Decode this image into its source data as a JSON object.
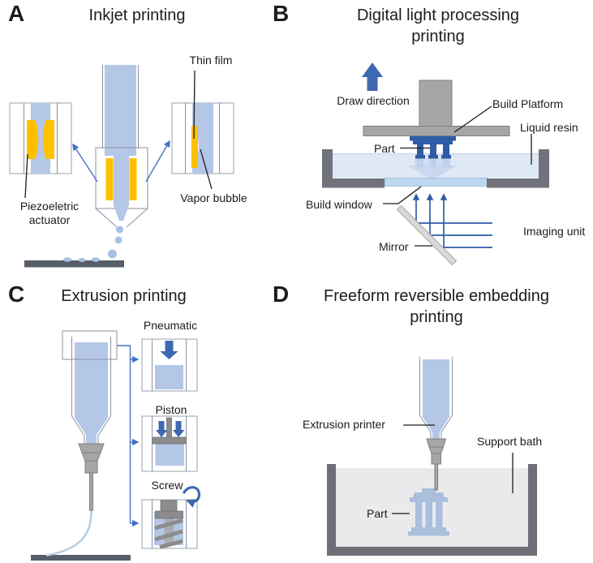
{
  "figure": {
    "type": "scientific-diagram",
    "panels": {
      "a": {
        "letter": "A",
        "title": "Inkjet printing",
        "labels": {
          "thin_film": "Thin film",
          "piezoelectric_actuator": "Piezoeletric actuator",
          "vapor_bubble": "Vapor bubble"
        }
      },
      "b": {
        "letter": "B",
        "title": "Digital light processing printing",
        "labels": {
          "draw_direction": "Draw direction",
          "build_platform": "Build Platform",
          "liquid_resin": "Liquid resin",
          "part": "Part",
          "build_window": "Build window",
          "mirror": "Mirror",
          "imaging_unit": "Imaging unit"
        }
      },
      "c": {
        "letter": "C",
        "title": "Extrusion printing",
        "labels": {
          "pneumatic": "Pneumatic",
          "piston": "Piston",
          "screw": "Screw"
        }
      },
      "d": {
        "letter": "D",
        "title": "Freeform reversible embedding printing",
        "labels": {
          "extrusion_printer": "Extrusion printer",
          "support_bath": "Support bath",
          "part": "Part"
        }
      }
    }
  },
  "colors": {
    "light_blue": "#b4c7e7",
    "pale_blue": "#dfe8f5",
    "window_blue": "#bdd7ee",
    "accent_blue": "#4472c4",
    "block_blue": "#3f68b0",
    "part_blue": "#2e5ca6",
    "yellow": "#ffc000",
    "mid_gray": "#a6a6a6",
    "gray_border": "#7f7f7f",
    "vat_gray": "#72727b",
    "bath_wall": "#6e6e76",
    "bath_fill": "#eaeaec",
    "slate": "#565d68",
    "mirror_fill": "#d9d9d9",
    "mirror_border": "#a6a6a6",
    "outline_gray": "#9aa2ae",
    "line_gray": "#8a92a3",
    "filament_blue": "#b8cce4",
    "droplet_blue": "#a9c0e4",
    "screw_gray": "#8c8c8c",
    "temple_blue": "#a9bfdc",
    "text": "#1c1c1c"
  }
}
